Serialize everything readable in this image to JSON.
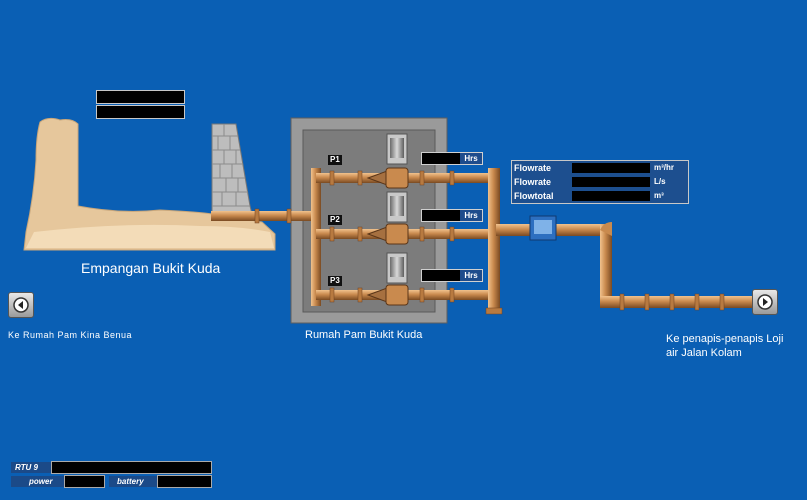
{
  "colors": {
    "background": "#0a5fb4",
    "pipe": "#c98a4e",
    "building": "#8f8f8f"
  },
  "dam": {
    "label": "Empangan Bukit Kuda"
  },
  "pump_house": {
    "label": "Rumah Pam Bukit Kuda",
    "pumps": [
      {
        "id": "P1",
        "hours_unit": "Hrs"
      },
      {
        "id": "P2",
        "hours_unit": "Hrs"
      },
      {
        "id": "P3",
        "hours_unit": "Hrs"
      }
    ]
  },
  "flow_panel": {
    "rows": [
      {
        "label": "Flowrate",
        "unit": "m³/hr"
      },
      {
        "label": "Flowrate",
        "unit": "L/s"
      },
      {
        "label": "Flowtotal",
        "unit": "m³"
      }
    ]
  },
  "nav": {
    "left_label": "Ke Rumah Pam Kina Benua",
    "left_icon": "arrow-left-icon",
    "right_label_line1": "Ke penapis-penapis Loji",
    "right_label_line2": "air Jalan Kolam",
    "right_icon": "arrow-right-icon"
  },
  "rtu": {
    "name": "RTU 9",
    "power_label": "power",
    "battery_label": "battery"
  }
}
